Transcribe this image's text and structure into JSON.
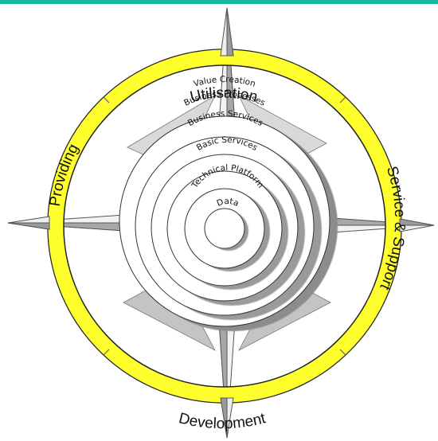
{
  "colors": {
    "top_bar": "#16b89a",
    "ring_fill": "#ffff2e",
    "ring_stroke": "#222222",
    "star_light": "#f3f3f3",
    "star_dark": "#9a9a9a",
    "circle_shadow": "#8c8c8c"
  },
  "ring_labels": {
    "top": "Utilisation",
    "right": "Service & Support",
    "bottom": "Development",
    "left": "Providing"
  },
  "circles": [
    {
      "label": "Value Creation"
    },
    {
      "label": "Business Processes"
    },
    {
      "label": "Business Services"
    },
    {
      "label": "Basic Services"
    },
    {
      "label": "Technical Platform"
    },
    {
      "label": "Data"
    }
  ]
}
